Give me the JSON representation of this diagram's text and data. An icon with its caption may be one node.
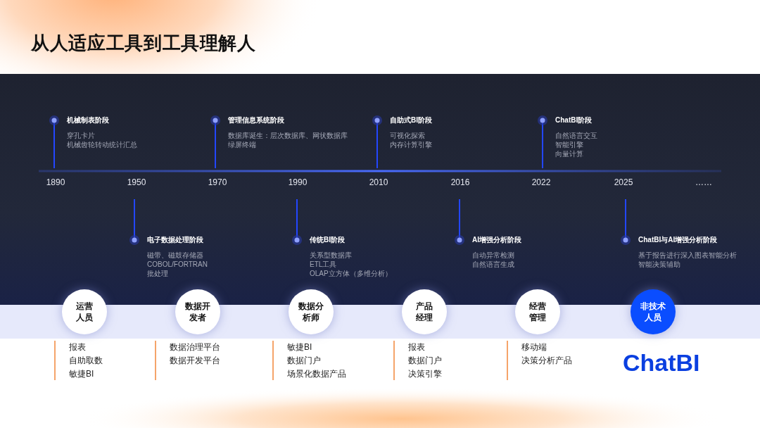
{
  "diagram": {
    "title": "从人适应工具到工具理解人",
    "nodes": [
      {
        "text": [
          "机械制表阶段",
          "穿孔卡片",
          "机械齿轮转动统计汇总"
        ],
        "beside": [
          "1890"
        ]
      },
      {
        "text": [
          "电子数据处理阶段",
          "磁带、磁鼓存储器",
          "COBOL/FORTRAN",
          "批处理"
        ]
      },
      {
        "text": [
          "管理信息系统阶段",
          "数据库诞生：层次数据库、网状数据库",
          "绿屏终端"
        ],
        "beside": [
          "1970"
        ]
      },
      {
        "text": [
          "传统BI阶段",
          "关系型数据库",
          "ETL工具",
          "OLAP立方体（多维分析）"
        ]
      },
      {
        "text": [
          "自助式BI阶段",
          "可视化探索",
          "内存计算引擎"
        ],
        "beside": [
          "2010"
        ]
      },
      {
        "text": [
          "AI增强分析阶段",
          "自动异常检测",
          "自然语言生成"
        ]
      },
      {
        "text": [
          "ChatBI阶段",
          "自然语言交互",
          "智能引擎",
          "向量计算"
        ],
        "beside": [
          "2022"
        ]
      },
      {
        "text": [
          "ChatBI与AI增强分析阶段",
          "基于报告进行深入图表智能分析",
          "智能决策辅助"
        ]
      },
      {
        "text": [
          "运营人员"
        ]
      },
      {
        "text": [
          "数据开发者"
        ]
      },
      {
        "text": [
          "数据分析师"
        ]
      },
      {
        "text": [
          "产品经理"
        ]
      },
      {
        "text": [
          "经营管理"
        ]
      },
      {
        "text": [
          "非技术人员"
        ]
      }
    ],
    "labels": [
      "1950",
      "1990",
      "2016",
      "2025",
      "……",
      "报表",
      "自助取数",
      "敏捷BI",
      "数据治理平台",
      "数据开发平台",
      "敏捷BI",
      "数据门户",
      "场景化数据产品",
      "报表",
      "数据门户",
      "决策引擎",
      "移动端",
      "决策分析产品",
      "ChatBI"
    ]
  }
}
